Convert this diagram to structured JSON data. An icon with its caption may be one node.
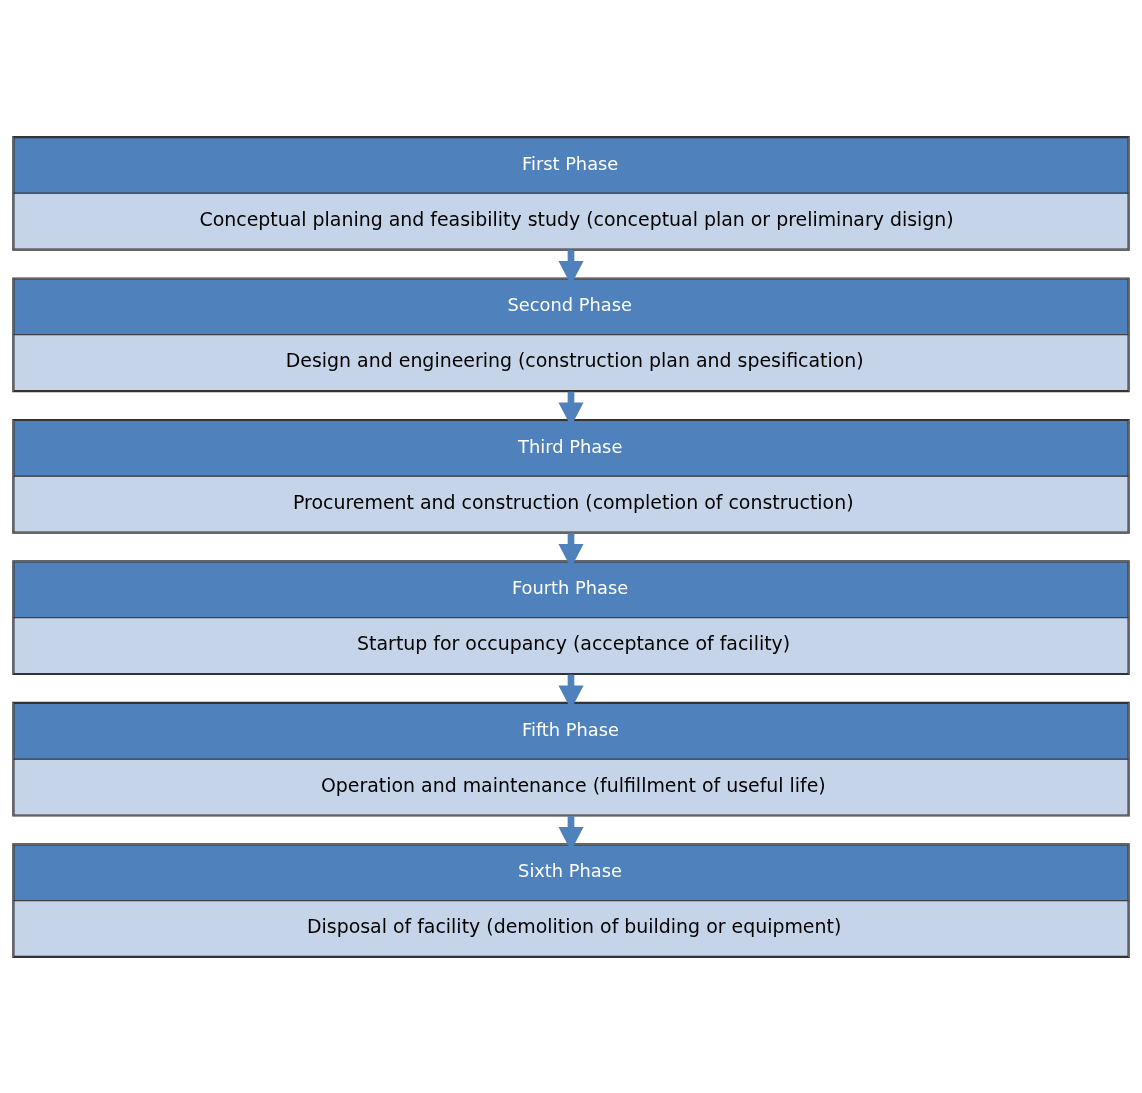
{
  "diagram": {
    "nodes": [
      {
        "text": [
          "First Phase",
          "Conceptual planing and feasibility study (conceptual plan or preliminary disign)"
        ]
      },
      {
        "text": [
          "Second Phase",
          "Design and engineering (construction plan and spesification)"
        ]
      },
      {
        "text": [
          "Third Phase",
          "Procurement and construction (completion of construction)"
        ]
      },
      {
        "text": [
          "Fourth Phase",
          "Startup for occupancy (acceptance of facility)"
        ]
      },
      {
        "text": [
          "Fifth Phase",
          "Operation and maintenance (fulfillment of useful life)"
        ]
      },
      {
        "text": [
          "Sixth Phase",
          "Disposal of facility (demolition of building or equipment)"
        ]
      }
    ],
    "edges": [
      {
        "from": 0,
        "to": 1,
        "arrow": "to"
      },
      {
        "from": 1,
        "to": 2,
        "arrow": "to"
      },
      {
        "from": 2,
        "to": 3,
        "arrow": "to"
      },
      {
        "from": 3,
        "to": 4,
        "arrow": "to"
      },
      {
        "from": 4,
        "to": 5,
        "arrow": "to"
      }
    ]
  }
}
